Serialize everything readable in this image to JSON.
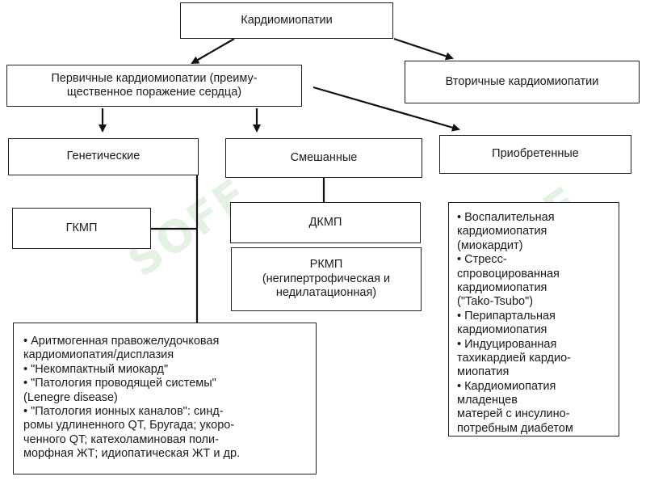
{
  "watermark": "SOFF",
  "root": {
    "label": "Кардиомиопатии"
  },
  "primary": {
    "label": "Первичные кардиомиопатии (преиму-\nщественное поражение сердца)"
  },
  "secondary": {
    "label": "Вторичные кардиомиопатии"
  },
  "genetic": {
    "label": "Генетические"
  },
  "mixed": {
    "label": "Смешанные"
  },
  "acquired": {
    "label": "Приобретенные"
  },
  "hcm": {
    "label": "ГКМП"
  },
  "dcm": {
    "label": "ДКМП"
  },
  "rcm": {
    "label": "РКМП\n(негипертрофическая и\nнедилатационная)"
  },
  "genetic_list": [
    "Аритмогенная правожелудочковая\nкардиомиопатия/дисплазия",
    "\"Некомпактный миокард\"",
    "\"Патология проводящей системы\"\n(Lenegre disease)",
    "\"Патология ионных каналов\": синд-\nромы удлиненного QT, Бругада; укоро-\nченного QT; катехоламиновая поли-\nморфная ЖТ; идиопатическая ЖТ и др."
  ],
  "acquired_list": [
    "Воспалительная\nкардиомиопатия\n(миокардит)",
    "Стресс-\nспровоцированная\nкардиомиопатия\n(\"Tako-Tsubo\")",
    "Перипартальная\nкардиомиопатия",
    "Индуцированная\nтахикардией кардио-\nмиопатия",
    "Кардиомиопатия\nмладенцев\nматерей с инсулино-\nпотребным диабетом"
  ]
}
